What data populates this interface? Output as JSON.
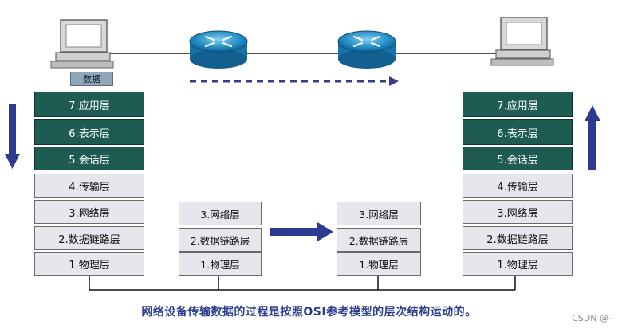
{
  "left_stack": {
    "layers": [
      "7.应用层",
      "6.表示层",
      "5.会话层",
      "4.传输层",
      "3.网络层",
      "2.数据链路层",
      "1.物理层"
    ]
  },
  "right_stack": {
    "layers": [
      "7.应用层",
      "6.表示层",
      "5.会话层",
      "4.传输层",
      "3.网络层",
      "2.数据链路层",
      "1.物理层"
    ]
  },
  "router1_stack": {
    "layers": [
      "3.网络层",
      "2.数据链路层",
      "1.物理层"
    ]
  },
  "router2_stack": {
    "layers": [
      "3.网络层",
      "2.数据链路层",
      "1.物理层"
    ]
  },
  "data_tag": "数据",
  "caption": "网络设备传输数据的过程是按照OSI参考模型的层次结构运动的。",
  "watermark": "CSDN @-",
  "colors": {
    "upper_layer": "#1e5c52",
    "lower_layer": "#e6e6ec",
    "arrow": "#2e3a8f",
    "router": "#2a8fc4",
    "caption": "#2b3e8c"
  },
  "icons": [
    "computer-icon",
    "router-icon",
    "down-arrow-icon",
    "up-arrow-icon",
    "right-arrow-icon",
    "dashed-arrow-icon"
  ]
}
